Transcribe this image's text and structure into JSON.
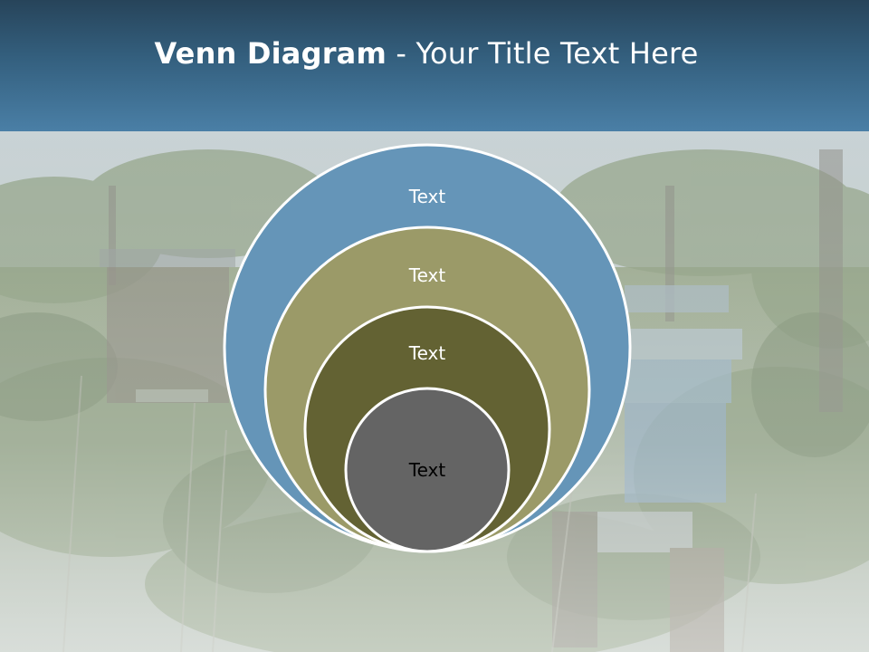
{
  "title": {
    "bold": "Venn Diagram",
    "rest": " - Your Title Text Here"
  },
  "diagram": {
    "type": "nested-circles",
    "circles": [
      {
        "label": "Text",
        "fill": "#6595b8",
        "text_color": "#ffffff"
      },
      {
        "label": "Text",
        "fill": "#9b9a68",
        "text_color": "#ffffff"
      },
      {
        "label": "Text",
        "fill": "#636233",
        "text_color": "#ffffff"
      },
      {
        "label": "Text",
        "fill": "#646464",
        "text_color": "#000000"
      }
    ],
    "outline_color": "#ffffff"
  },
  "colors": {
    "header_top": "#27445a",
    "header_bottom": "#4a7fa6"
  }
}
